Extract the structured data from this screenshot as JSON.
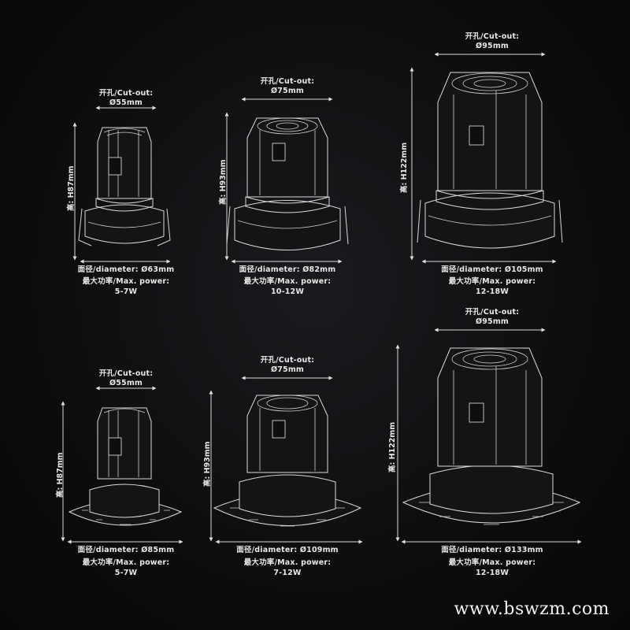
{
  "watermark": "www.bswzm.com",
  "products": [
    {
      "id": "top-small",
      "cutout_label": "开孔/Cut-out:",
      "cutout_value": "Ø55mm",
      "height_label": "高: H87mm",
      "diameter_label": "面径/diameter: Ø63mm",
      "power_label": "最大功率/Max. power:",
      "power_value": "5-7W"
    },
    {
      "id": "top-medium",
      "cutout_label": "开孔/Cut-out:",
      "cutout_value": "Ø75mm",
      "height_label": "高: H93mm",
      "diameter_label": "面径/diameter: Ø82mm",
      "power_label": "最大功率/Max. power:",
      "power_value": "10-12W"
    },
    {
      "id": "top-large",
      "cutout_label": "开孔/Cut-out:",
      "cutout_value": "Ø95mm",
      "height_label": "高: H122mm",
      "diameter_label": "面径/diameter: Ø105mm",
      "power_label": "最大功率/Max. power:",
      "power_value": "12-18W"
    },
    {
      "id": "bottom-small",
      "cutout_label": "开孔/Cut-out:",
      "cutout_value": "Ø55mm",
      "height_label": "高: H87mm",
      "diameter_label": "面径/diameter: Ø85mm",
      "power_label": "最大功率/Max. power:",
      "power_value": "5-7W"
    },
    {
      "id": "bottom-medium",
      "cutout_label": "开孔/Cut-out:",
      "cutout_value": "Ø75mm",
      "height_label": "高: H93mm",
      "diameter_label": "面径/diameter: Ø109mm",
      "power_label": "最大功率/Max. power:",
      "power_value": "7-12W"
    },
    {
      "id": "bottom-large",
      "cutout_label": "开孔/Cut-out:",
      "cutout_value": "Ø95mm",
      "height_label": "高: H122mm",
      "diameter_label": "面径/diameter: Ø133mm",
      "power_label": "最大功率/Max. power:",
      "power_value": "12-18W"
    }
  ]
}
